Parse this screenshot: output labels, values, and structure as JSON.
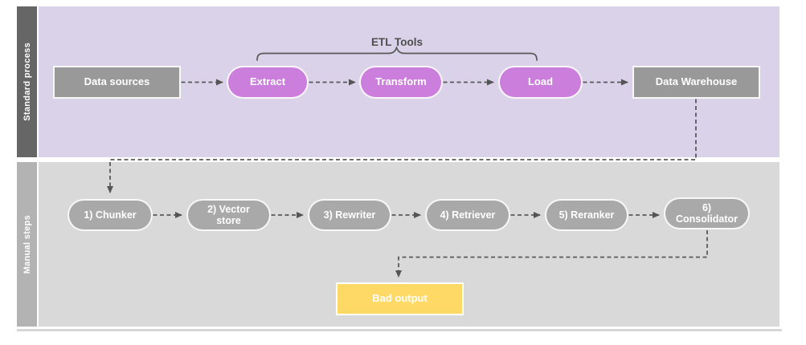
{
  "diagram": {
    "title_annotation": "ETL Tools",
    "lanes": [
      {
        "label": "Standard process"
      },
      {
        "label": "Manual steps"
      }
    ],
    "standard_nodes": [
      {
        "label": "Data sources",
        "shape": "rectangle",
        "color": "#999999"
      },
      {
        "label": "Extract",
        "shape": "pill",
        "color": "#cb7edb"
      },
      {
        "label": "Transform",
        "shape": "pill",
        "color": "#cb7edb"
      },
      {
        "label": "Load",
        "shape": "pill",
        "color": "#cb7edb"
      },
      {
        "label": "Data Warehouse",
        "shape": "rectangle",
        "color": "#999999"
      }
    ],
    "manual_nodes": [
      {
        "label": "1) Chunker"
      },
      {
        "label": "2) Vector store"
      },
      {
        "label": "3) Rewriter"
      },
      {
        "label": "4) Retriever"
      },
      {
        "label": "5) Reranker"
      },
      {
        "label": "6) Consolidator"
      }
    ],
    "output_node": {
      "label": "Bad output",
      "shape": "rectangle",
      "color": "#ffd966"
    },
    "colors": {
      "lane_standard_bg": "#d9d2e9",
      "lane_manual_bg": "#d9d9d9",
      "lane_bar_standard": "#666666",
      "lane_bar_manual": "#b3b3b3",
      "gray_node": "#999999",
      "purple_node": "#cb7edb",
      "manual_pill": "#a9a9a9",
      "warning_yellow": "#ffd966",
      "connector": "#595959",
      "node_text": "#ffffff"
    }
  }
}
